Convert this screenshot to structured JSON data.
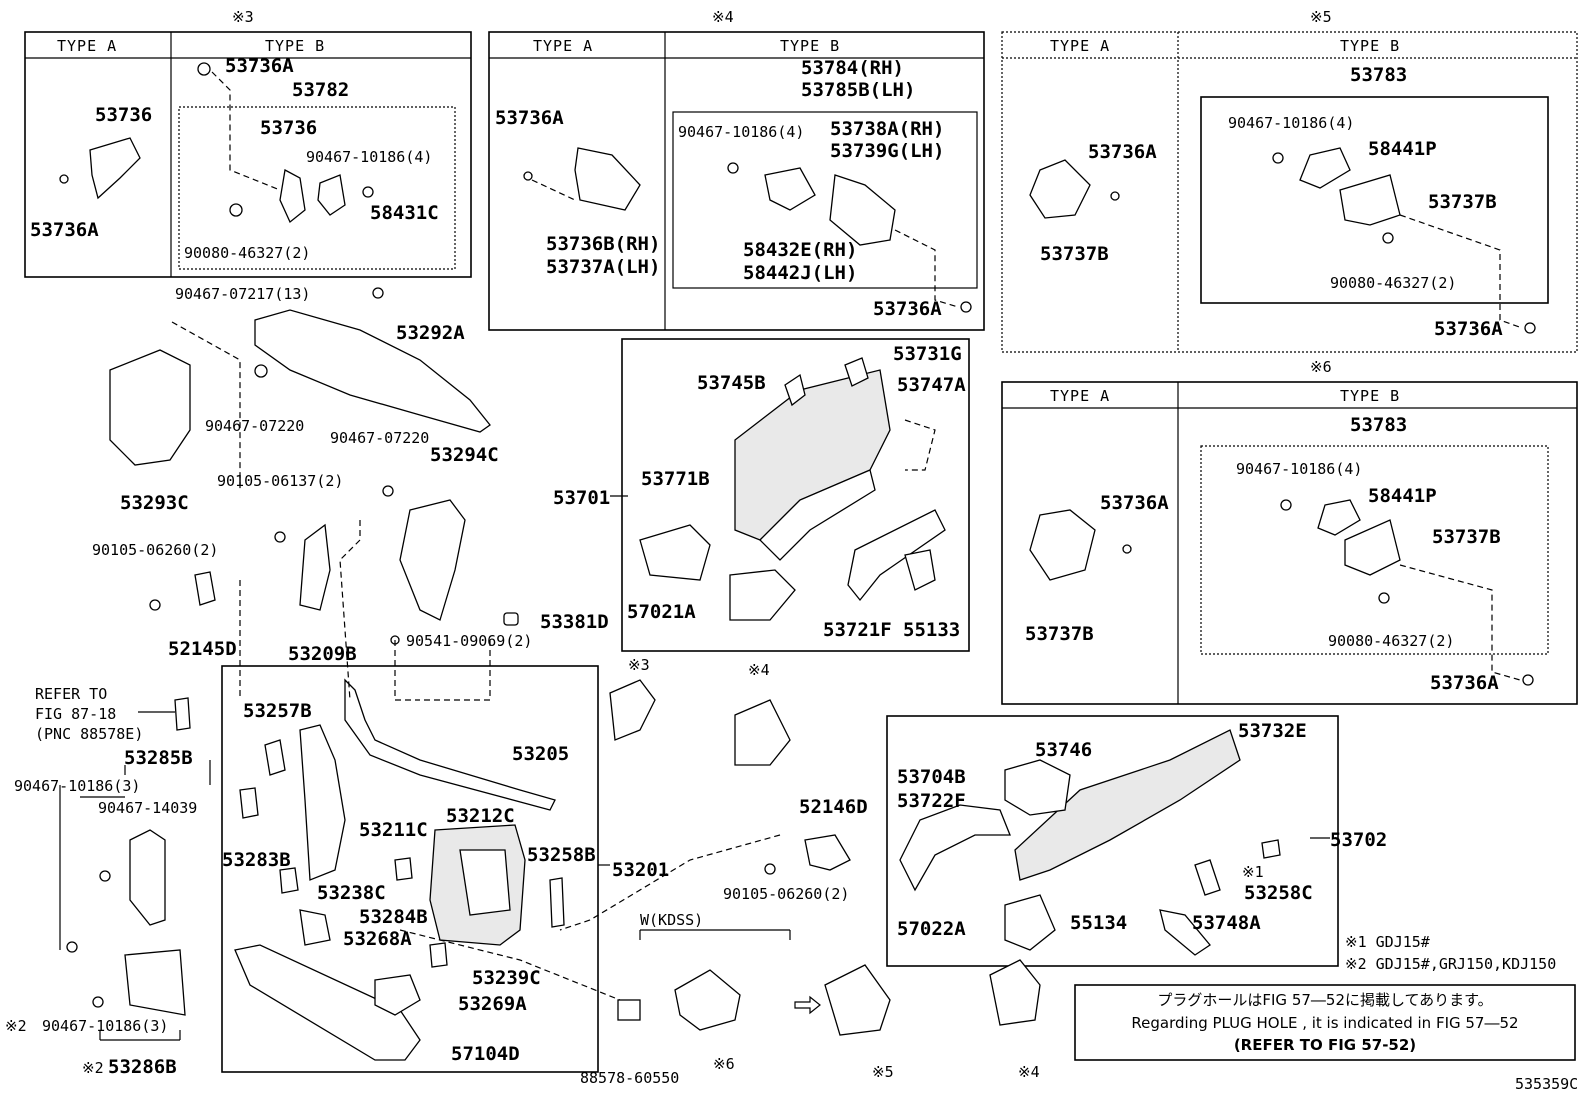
{
  "diagram_code": "535359C",
  "type_a": "TYPE A",
  "type_b": "TYPE B",
  "marks": {
    "m3": "※3",
    "m4": "※4",
    "m5": "※5",
    "m6": "※6",
    "m1_small": "※1",
    "m2_a": "※2",
    "m2_b": "※2"
  },
  "box3": {
    "a": [
      "53736",
      "53736A"
    ],
    "b": [
      "53736A",
      "53782",
      "53736",
      "90467-10186(4)",
      "58431C",
      "90080-46327(2)"
    ]
  },
  "box4": {
    "a": [
      "53736A",
      "53736B(RH)",
      "53737A(LH)"
    ],
    "b": [
      "53784(RH)",
      "53785B(LH)",
      "90467-10186(4)",
      "53738A(RH)",
      "53739G(LH)",
      "58432E(RH)",
      "58442J(LH)",
      "53736A"
    ]
  },
  "box5": {
    "a": [
      "53736A",
      "53737B"
    ],
    "b": [
      "53783",
      "90467-10186(4)",
      "58441P",
      "53737B",
      "90080-46327(2)",
      "53736A"
    ]
  },
  "box6": {
    "a": [
      "53736A",
      "53737B"
    ],
    "b": [
      "53783",
      "90467-10186(4)",
      "58441P",
      "53737B",
      "90080-46327(2)",
      "53736A"
    ]
  },
  "center_box": [
    "53731G",
    "53745B",
    "53747A",
    "53701",
    "53771B",
    "57021A",
    "53721F",
    "55133"
  ],
  "right_box": [
    "53746",
    "53732E",
    "53704B",
    "53722F",
    "53702",
    "53258C",
    "57022A",
    "55134",
    "53748A"
  ],
  "main_box": [
    "53257B",
    "53205",
    "53212C",
    "53211C",
    "53258B",
    "53201",
    "53283B",
    "53238C",
    "53284B",
    "53268A",
    "53239C",
    "53269A",
    "57104D"
  ],
  "parts": [
    "90467-07217(13)",
    "53292A",
    "90467-07220",
    "90467-07220",
    "53294C",
    "53293C",
    "90105-06137(2)",
    "90105-06260(2)",
    "52145D",
    "53209B",
    "53381D",
    "90541-09069(2)",
    "53285B",
    "90467-10186(3)",
    "90467-14039",
    "90467-10186(3)",
    "53286B",
    "52146D",
    "90105-06260(2)",
    "88578-60550",
    "W(KDSS)"
  ],
  "refer": [
    "REFER TO",
    "FIG 87-18",
    "(PNC 88578E)"
  ],
  "footnotes": [
    "※1 GDJ15#",
    "※2 GDJ15#,GRJ150,KDJ150"
  ],
  "plug_note": {
    "jp": "プラグホールはFIG 57―52に掲載してあります。",
    "en": "Regarding PLUG HOLE , it is indicated in FIG 57―52",
    "ref": "(REFER TO FIG 57-52)"
  }
}
